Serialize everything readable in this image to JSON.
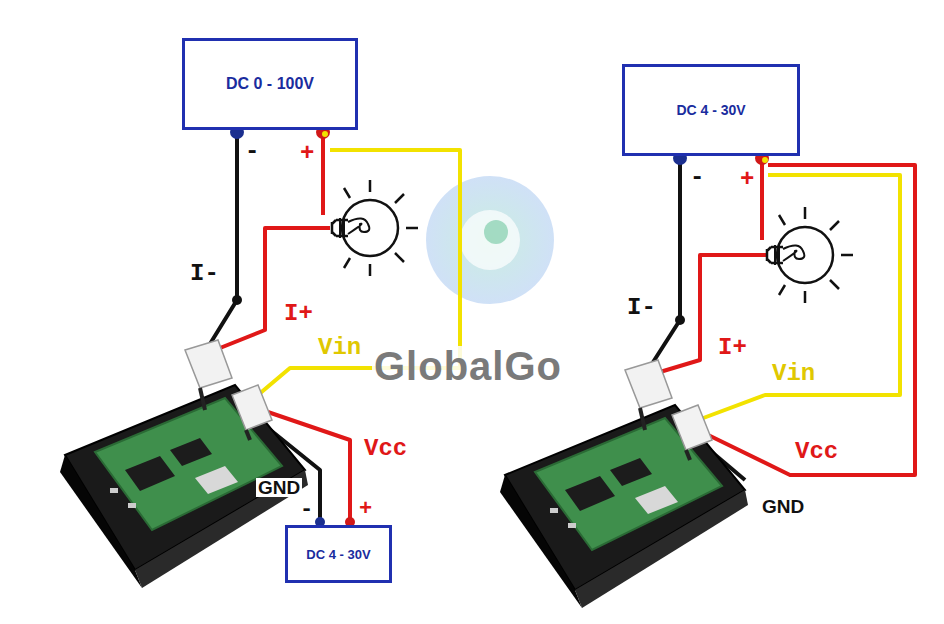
{
  "diagram": {
    "nodes": [
      {
        "text": [
          "DC 0 - 100V"
        ]
      },
      {
        "text": [
          "DC 4 - 30V"
        ]
      },
      {
        "text": [
          "DC 4 - 30V"
        ]
      }
    ],
    "labels": [
      "-",
      "+",
      "I-",
      "I+",
      "Vin",
      "Vcc",
      "GND",
      "-",
      "+",
      "-",
      "+",
      "I-",
      "I+",
      "Vin",
      "Vcc",
      "GND",
      "GlobalGo"
    ]
  }
}
